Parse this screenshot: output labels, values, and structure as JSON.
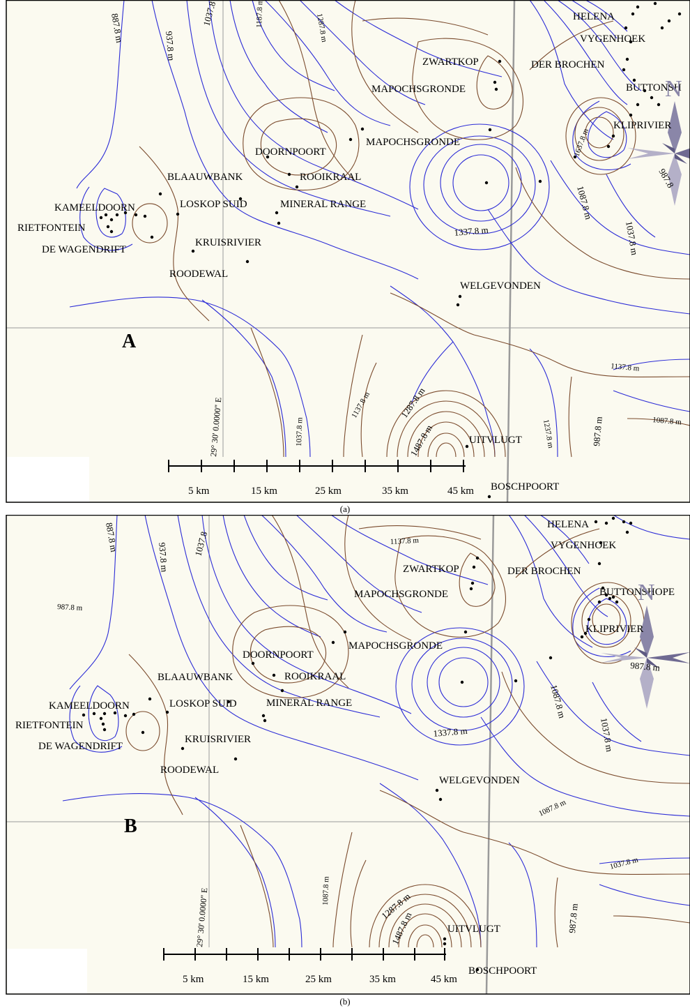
{
  "colors": {
    "background": "#fbfaf0",
    "contour_blue": "#2b2bd6",
    "contour_brown": "#7a4a2c",
    "grid_gray": "#9a9a9a",
    "frame": "#000000",
    "compass": "#8a86a8"
  },
  "panels": [
    {
      "id": "a",
      "panel_letter": "A",
      "caption": "(a)",
      "towns": [
        "HELENA",
        "VYGENHOEK",
        "DER BROCHEN",
        "ZWARTKOP",
        "MAPOCHSGRONDE",
        "BUTTONSH",
        "KLIPRIVIER",
        "MAPOCHSGRONDE",
        "DOORNPOORT",
        "BLAAUWBANK",
        "ROOIKRAAL",
        "KAMEELDOORN",
        "LOSKOP SUID",
        "MINERAL RANGE",
        "RIETFONTEIN",
        "DE WAGENDRIFT",
        "KRUISRIVIER",
        "ROODEWAL",
        "WELGEVONDEN",
        "UITVLUGT",
        "BOSCHPOORT"
      ],
      "contour_labels": [
        "887.8 m",
        "937.8 m",
        "1037.8 m",
        "1187.8 m",
        "1287.8 m",
        "1337.8 m",
        "1637.8 m",
        "1087.8 m",
        "1037.8 m",
        "987.8",
        "1137.8 m",
        "1087.8 m",
        "987.8 m",
        "1237.8 m",
        "1287.8 m",
        "1137.8 m",
        "1037.8 m",
        "1487.8 m"
      ],
      "longitude_label": "29° 30' 0.0000\" E",
      "scale_labels": [
        "5 km",
        "15 km",
        "25 km",
        "35 km",
        "45 km"
      ],
      "north_label": "N"
    },
    {
      "id": "b",
      "panel_letter": "B",
      "caption": "(b)",
      "towns": [
        "HELENA",
        "VYGENHOEK",
        "ZWARTKOP",
        "DER BROCHEN",
        "MAPOCHSGRONDE",
        "BUTTONSHOPE",
        "KLIPRIVIER",
        "MAPOCHSGRONDE",
        "DOORNPOORT",
        "BLAAUWBANK",
        "ROOIKRAAL",
        "KAMEELDOORN",
        "LOSKOP SUID",
        "MINERAL RANGE",
        "RIETFONTEIN",
        "DE WAGENDRIFT",
        "KRUISRIVIER",
        "ROODEWAL",
        "WELGEVONDEN",
        "UITVLUGT",
        "BOSCHPOORT"
      ],
      "contour_labels": [
        "887.8 m",
        "937.8 m",
        "1037.8",
        "1137.8 m",
        "987.8 m",
        "1337.8 m",
        "1087.8 m",
        "1037.8 m",
        "987.8 m",
        "1087.8 m",
        "1037.8 m",
        "1087.8 m",
        "1287.8 m",
        "1487.8 m",
        "987.8 m"
      ],
      "longitude_label": "29° 30' 0.0000\" E",
      "scale_labels": [
        "5 km",
        "15 km",
        "25 km",
        "35 km",
        "45 km"
      ],
      "north_label": "N"
    }
  ]
}
